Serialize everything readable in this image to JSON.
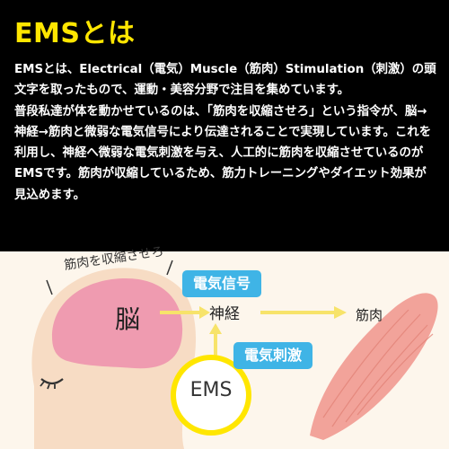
{
  "title": "EMSとは",
  "paragraphs": [
    "EMSとは、Electrical（電気）Muscle（筋肉）Stimulation（刺激）の頭文字を取ったもので、運動・美容分野で注目を集めています。",
    "普段私達が体を動かせているのは、「筋肉を収縮させろ」という指令が、脳→神経→筋肉と微弱な電気信号により伝達されることで実現しています。これを利用し、神経へ微弱な電気刺激を与え、人工的に筋肉を収縮させているのがEMSです。筋肉が収縮しているため、筋力トレーニングやダイエット効果が見込めます。"
  ],
  "diagram": {
    "caption": "筋肉を収縮させろ",
    "brain": "脳",
    "nerve": "神経",
    "muscle": "筋肉",
    "signal": "電気信号",
    "stimulus": "電気刺激",
    "ems": "EMS",
    "colors": {
      "background": "#fdf6ec",
      "head": "#f7dcc4",
      "brain": "#ef9bb0",
      "muscle": "#f2a39a",
      "arrow": "#f7e36a",
      "label_box": "#3fb4e6",
      "ems_circle": "#ffe600"
    }
  }
}
